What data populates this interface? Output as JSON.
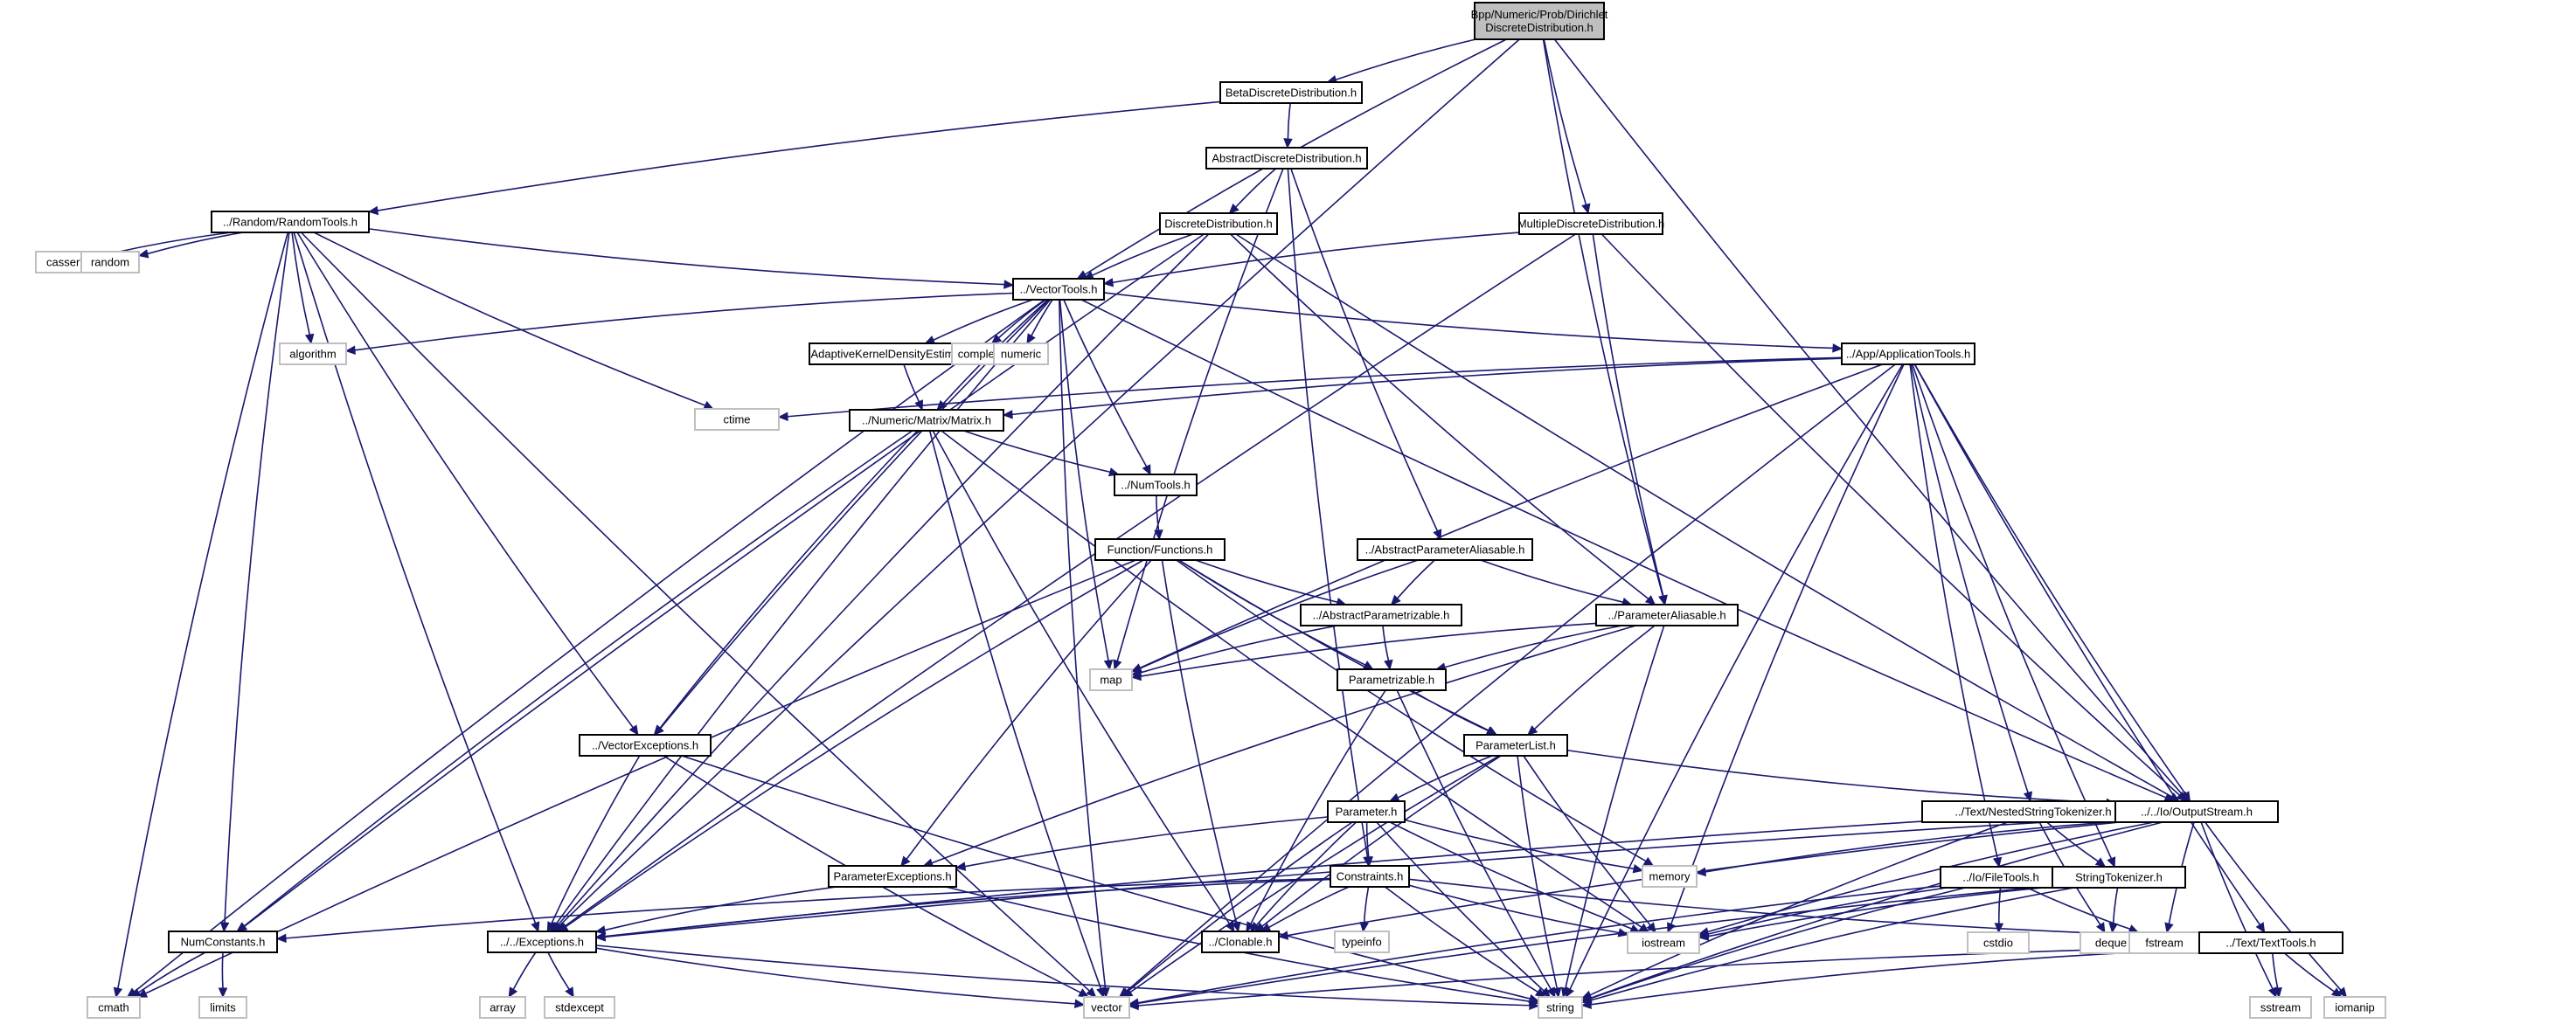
{
  "title": "Include dependency graph for DirichletDiscreteDistribution.h",
  "colors": {
    "edge": "#191970",
    "root_fill": "#bfbfbf",
    "local_border": "#000000",
    "system_border": "#bfbfbf"
  },
  "nodes": [
    {
      "id": "root",
      "label": [
        "Bpp/Numeric/Prob/Dirichlet",
        "DiscreteDistribution.h"
      ],
      "kind": "root"
    },
    {
      "id": "beta",
      "label": [
        "BetaDiscreteDistribution.h"
      ],
      "kind": "local"
    },
    {
      "id": "abstractdd",
      "label": [
        "AbstractDiscreteDistribution.h"
      ],
      "kind": "local"
    },
    {
      "id": "randomtools",
      "label": [
        "../Random/RandomTools.h"
      ],
      "kind": "local"
    },
    {
      "id": "discretedist",
      "label": [
        "DiscreteDistribution.h"
      ],
      "kind": "local"
    },
    {
      "id": "multipledd",
      "label": [
        "MultipleDiscreteDistribution.h"
      ],
      "kind": "local"
    },
    {
      "id": "cassert",
      "label": [
        "cassert"
      ],
      "kind": "system"
    },
    {
      "id": "random",
      "label": [
        "random"
      ],
      "kind": "system"
    },
    {
      "id": "vectortools",
      "label": [
        "../VectorTools.h"
      ],
      "kind": "local"
    },
    {
      "id": "algorithm",
      "label": [
        "algorithm"
      ],
      "kind": "system"
    },
    {
      "id": "akde",
      "label": [
        "AdaptiveKernelDensityEstimation.h"
      ],
      "kind": "local"
    },
    {
      "id": "complex",
      "label": [
        "complex"
      ],
      "kind": "system"
    },
    {
      "id": "numeric",
      "label": [
        "numeric"
      ],
      "kind": "system"
    },
    {
      "id": "apptools",
      "label": [
        "../App/ApplicationTools.h"
      ],
      "kind": "local"
    },
    {
      "id": "ctime",
      "label": [
        "ctime"
      ],
      "kind": "system"
    },
    {
      "id": "matrix",
      "label": [
        "../Numeric/Matrix/Matrix.h"
      ],
      "kind": "local"
    },
    {
      "id": "numtools",
      "label": [
        "../NumTools.h"
      ],
      "kind": "local"
    },
    {
      "id": "functions",
      "label": [
        "Function/Functions.h"
      ],
      "kind": "local"
    },
    {
      "id": "abstractpa",
      "label": [
        "../AbstractParameterAliasable.h"
      ],
      "kind": "local"
    },
    {
      "id": "abstractparam",
      "label": [
        "../AbstractParametrizable.h"
      ],
      "kind": "local"
    },
    {
      "id": "paramaliasable",
      "label": [
        "../ParameterAliasable.h"
      ],
      "kind": "local"
    },
    {
      "id": "map",
      "label": [
        "map"
      ],
      "kind": "system"
    },
    {
      "id": "parametrizable",
      "label": [
        "Parametrizable.h"
      ],
      "kind": "local"
    },
    {
      "id": "vectorexc",
      "label": [
        "../VectorExceptions.h"
      ],
      "kind": "local"
    },
    {
      "id": "paramlist",
      "label": [
        "ParameterList.h"
      ],
      "kind": "local"
    },
    {
      "id": "nestedtok",
      "label": [
        "../Text/NestedStringTokenizer.h"
      ],
      "kind": "local"
    },
    {
      "id": "outputstream",
      "label": [
        "../../Io/OutputStream.h"
      ],
      "kind": "local"
    },
    {
      "id": "parameter",
      "label": [
        "Parameter.h"
      ],
      "kind": "local"
    },
    {
      "id": "paramexc",
      "label": [
        "ParameterExceptions.h"
      ],
      "kind": "local"
    },
    {
      "id": "constraints",
      "label": [
        "Constraints.h"
      ],
      "kind": "local"
    },
    {
      "id": "memory",
      "label": [
        "memory"
      ],
      "kind": "system"
    },
    {
      "id": "filetools",
      "label": [
        "../Io/FileTools.h"
      ],
      "kind": "local"
    },
    {
      "id": "stringtok",
      "label": [
        "StringTokenizer.h"
      ],
      "kind": "local"
    },
    {
      "id": "numconstants",
      "label": [
        "NumConstants.h"
      ],
      "kind": "local"
    },
    {
      "id": "exceptions",
      "label": [
        "../../Exceptions.h"
      ],
      "kind": "local"
    },
    {
      "id": "clonable",
      "label": [
        "../Clonable.h"
      ],
      "kind": "local"
    },
    {
      "id": "typeinfo",
      "label": [
        "typeinfo"
      ],
      "kind": "system"
    },
    {
      "id": "iostream",
      "label": [
        "iostream"
      ],
      "kind": "system"
    },
    {
      "id": "cstdio",
      "label": [
        "cstdio"
      ],
      "kind": "system"
    },
    {
      "id": "deque",
      "label": [
        "deque"
      ],
      "kind": "system"
    },
    {
      "id": "fstream",
      "label": [
        "fstream"
      ],
      "kind": "system"
    },
    {
      "id": "texttools",
      "label": [
        "../Text/TextTools.h"
      ],
      "kind": "local"
    },
    {
      "id": "cmath",
      "label": [
        "cmath"
      ],
      "kind": "system"
    },
    {
      "id": "limits",
      "label": [
        "limits"
      ],
      "kind": "system"
    },
    {
      "id": "array",
      "label": [
        "array"
      ],
      "kind": "system"
    },
    {
      "id": "stdexcept",
      "label": [
        "stdexcept"
      ],
      "kind": "system"
    },
    {
      "id": "vector",
      "label": [
        "vector"
      ],
      "kind": "system"
    },
    {
      "id": "string",
      "label": [
        "string"
      ],
      "kind": "system"
    },
    {
      "id": "sstream",
      "label": [
        "sstream"
      ],
      "kind": "system"
    },
    {
      "id": "iomanip",
      "label": [
        "iomanip"
      ],
      "kind": "system"
    }
  ],
  "edges": [
    [
      "root",
      "beta"
    ],
    [
      "root",
      "exceptions"
    ],
    [
      "root",
      "vectortools"
    ],
    [
      "root",
      "multipledd"
    ],
    [
      "root",
      "paramaliasable"
    ],
    [
      "root",
      "outputstream"
    ],
    [
      "beta",
      "abstractdd"
    ],
    [
      "beta",
      "randomtools"
    ],
    [
      "abstractdd",
      "discretedist"
    ],
    [
      "abstractdd",
      "map"
    ],
    [
      "abstractdd",
      "constraints"
    ],
    [
      "abstractdd",
      "abstractpa"
    ],
    [
      "randomtools",
      "cassert"
    ],
    [
      "randomtools",
      "random"
    ],
    [
      "randomtools",
      "cmath"
    ],
    [
      "randomtools",
      "vectortools"
    ],
    [
      "randomtools",
      "algorithm"
    ],
    [
      "randomtools",
      "ctime"
    ],
    [
      "randomtools",
      "vectorexc"
    ],
    [
      "randomtools",
      "exceptions"
    ],
    [
      "randomtools",
      "vector"
    ],
    [
      "randomtools",
      "numconstants"
    ],
    [
      "discretedist",
      "vectortools"
    ],
    [
      "discretedist",
      "exceptions"
    ],
    [
      "discretedist",
      "numconstants"
    ],
    [
      "discretedist",
      "paramaliasable"
    ],
    [
      "discretedist",
      "outputstream"
    ],
    [
      "multipledd",
      "vectortools"
    ],
    [
      "multipledd",
      "paramaliasable"
    ],
    [
      "multipledd",
      "outputstream"
    ],
    [
      "multipledd",
      "exceptions"
    ],
    [
      "vectortools",
      "akde"
    ],
    [
      "vectortools",
      "complex"
    ],
    [
      "vectortools",
      "numeric"
    ],
    [
      "vectortools",
      "apptools"
    ],
    [
      "vectortools",
      "algorithm"
    ],
    [
      "vectortools",
      "matrix"
    ],
    [
      "vectortools",
      "numtools"
    ],
    [
      "vectortools",
      "vectorexc"
    ],
    [
      "vectortools",
      "map"
    ],
    [
      "vectortools",
      "cmath"
    ],
    [
      "vectortools",
      "exceptions"
    ],
    [
      "vectortools",
      "outputstream"
    ],
    [
      "vectortools",
      "vector"
    ],
    [
      "akde",
      "matrix"
    ],
    [
      "apptools",
      "ctime"
    ],
    [
      "apptools",
      "matrix"
    ],
    [
      "apptools",
      "map"
    ],
    [
      "apptools",
      "outputstream"
    ],
    [
      "apptools",
      "nestedtok"
    ],
    [
      "apptools",
      "stringtok"
    ],
    [
      "apptools",
      "filetools"
    ],
    [
      "apptools",
      "texttools"
    ],
    [
      "apptools",
      "iostream"
    ],
    [
      "apptools",
      "vector"
    ],
    [
      "apptools",
      "string"
    ],
    [
      "matrix",
      "numtools"
    ],
    [
      "matrix",
      "vectorexc"
    ],
    [
      "matrix",
      "numconstants"
    ],
    [
      "matrix",
      "clonable"
    ],
    [
      "matrix",
      "vector"
    ],
    [
      "matrix",
      "iostream"
    ],
    [
      "numtools",
      "functions"
    ],
    [
      "functions",
      "abstractparam"
    ],
    [
      "functions",
      "parametrizable"
    ],
    [
      "functions",
      "paramlist"
    ],
    [
      "functions",
      "paramexc"
    ],
    [
      "functions",
      "exceptions"
    ],
    [
      "functions",
      "clonable"
    ],
    [
      "functions",
      "cmath"
    ],
    [
      "functions",
      "memory"
    ],
    [
      "abstractpa",
      "abstractparam"
    ],
    [
      "abstractpa",
      "paramaliasable"
    ],
    [
      "abstractpa",
      "map"
    ],
    [
      "abstractparam",
      "parametrizable"
    ],
    [
      "abstractparam",
      "map"
    ],
    [
      "paramaliasable",
      "parametrizable"
    ],
    [
      "paramaliasable",
      "paramlist"
    ],
    [
      "paramaliasable",
      "map"
    ],
    [
      "paramaliasable",
      "paramexc"
    ],
    [
      "paramaliasable",
      "string"
    ],
    [
      "parametrizable",
      "paramlist"
    ],
    [
      "parametrizable",
      "clonable"
    ],
    [
      "parametrizable",
      "string"
    ],
    [
      "vectorexc",
      "exceptions"
    ],
    [
      "vectorexc",
      "vector"
    ],
    [
      "vectorexc",
      "string"
    ],
    [
      "paramlist",
      "parameter"
    ],
    [
      "paramlist",
      "clonable"
    ],
    [
      "paramlist",
      "string"
    ],
    [
      "paramlist",
      "vector"
    ],
    [
      "paramlist",
      "iostream"
    ],
    [
      "paramlist",
      "outputstream"
    ],
    [
      "nestedtok",
      "stringtok"
    ],
    [
      "nestedtok",
      "exceptions"
    ],
    [
      "nestedtok",
      "deque"
    ],
    [
      "nestedtok",
      "string"
    ],
    [
      "outputstream",
      "clonable"
    ],
    [
      "outputstream",
      "iostream"
    ],
    [
      "outputstream",
      "fstream"
    ],
    [
      "outputstream",
      "sstream"
    ],
    [
      "outputstream",
      "iomanip"
    ],
    [
      "outputstream",
      "memory"
    ],
    [
      "outputstream",
      "string"
    ],
    [
      "outputstream",
      "exceptions"
    ],
    [
      "parameter",
      "constraints"
    ],
    [
      "parameter",
      "paramexc"
    ],
    [
      "parameter",
      "clonable"
    ],
    [
      "parameter",
      "memory"
    ],
    [
      "parameter",
      "string"
    ],
    [
      "parameter",
      "vector"
    ],
    [
      "parameter",
      "iostream"
    ],
    [
      "paramexc",
      "exceptions"
    ],
    [
      "paramexc",
      "string"
    ],
    [
      "constraints",
      "clonable"
    ],
    [
      "constraints",
      "typeinfo"
    ],
    [
      "constraints",
      "exceptions"
    ],
    [
      "constraints",
      "string"
    ],
    [
      "constraints",
      "numconstants"
    ],
    [
      "constraints",
      "iostream"
    ],
    [
      "constraints",
      "texttools"
    ],
    [
      "filetools",
      "cstdio"
    ],
    [
      "filetools",
      "fstream"
    ],
    [
      "filetools",
      "iostream"
    ],
    [
      "filetools",
      "vector"
    ],
    [
      "filetools",
      "string"
    ],
    [
      "stringtok",
      "deque"
    ],
    [
      "stringtok",
      "string"
    ],
    [
      "stringtok",
      "iostream"
    ],
    [
      "stringtok",
      "vector"
    ],
    [
      "numconstants",
      "cmath"
    ],
    [
      "numconstants",
      "limits"
    ],
    [
      "exceptions",
      "array"
    ],
    [
      "exceptions",
      "stdexcept"
    ],
    [
      "exceptions",
      "string"
    ],
    [
      "exceptions",
      "vector"
    ],
    [
      "texttools",
      "sstream"
    ],
    [
      "texttools",
      "iomanip"
    ],
    [
      "texttools",
      "string"
    ],
    [
      "texttools",
      "vector"
    ]
  ]
}
